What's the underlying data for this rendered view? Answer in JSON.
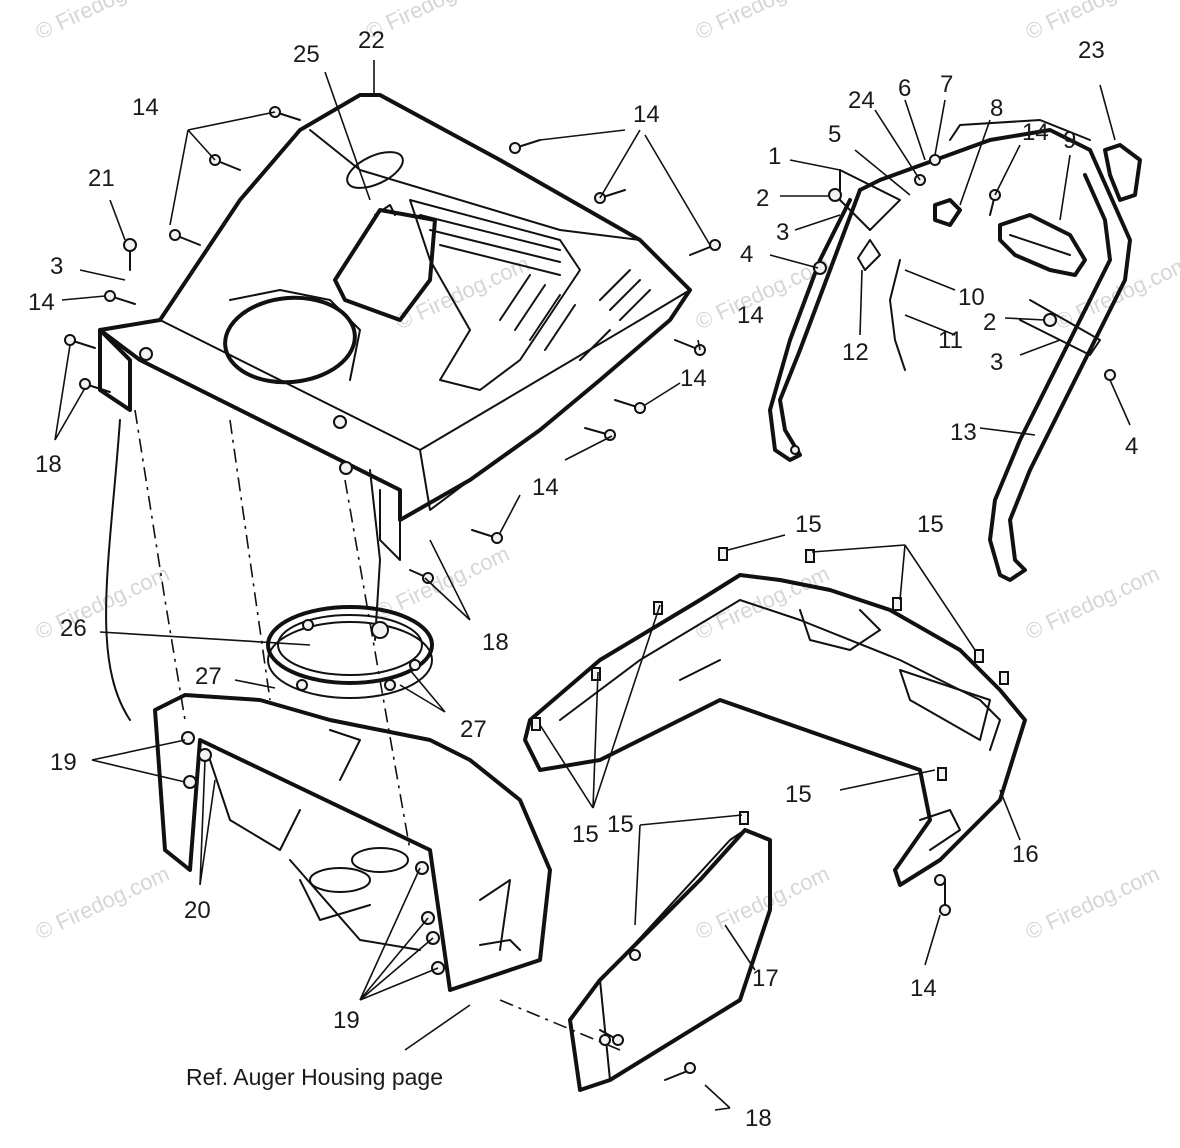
{
  "diagram": {
    "reference_note": "Ref. Auger Housing page",
    "watermark_text": "© Firedog.com",
    "callouts": [
      {
        "id": "c22",
        "label": "22"
      },
      {
        "id": "c25",
        "label": "25"
      },
      {
        "id": "c14a",
        "label": "14"
      },
      {
        "id": "c14b",
        "label": "14"
      },
      {
        "id": "c21",
        "label": "21"
      },
      {
        "id": "c3a",
        "label": "3"
      },
      {
        "id": "c14c",
        "label": "14"
      },
      {
        "id": "c18a",
        "label": "18"
      },
      {
        "id": "c14d",
        "label": "14"
      },
      {
        "id": "c14e",
        "label": "14"
      },
      {
        "id": "c14f",
        "label": "14"
      },
      {
        "id": "c18b",
        "label": "18"
      },
      {
        "id": "c26",
        "label": "26"
      },
      {
        "id": "c27a",
        "label": "27"
      },
      {
        "id": "c27b",
        "label": "27"
      },
      {
        "id": "c19a",
        "label": "19"
      },
      {
        "id": "c20",
        "label": "20"
      },
      {
        "id": "c19b",
        "label": "19"
      },
      {
        "id": "c23",
        "label": "23"
      },
      {
        "id": "c24",
        "label": "24"
      },
      {
        "id": "c6",
        "label": "6"
      },
      {
        "id": "c7",
        "label": "7"
      },
      {
        "id": "c8",
        "label": "8"
      },
      {
        "id": "c5",
        "label": "5"
      },
      {
        "id": "c14g",
        "label": "14"
      },
      {
        "id": "c9",
        "label": "9"
      },
      {
        "id": "c1",
        "label": "1"
      },
      {
        "id": "c2a",
        "label": "2"
      },
      {
        "id": "c3b",
        "label": "3"
      },
      {
        "id": "c4a",
        "label": "4"
      },
      {
        "id": "c10",
        "label": "10"
      },
      {
        "id": "c2b",
        "label": "2"
      },
      {
        "id": "c11",
        "label": "11"
      },
      {
        "id": "c12",
        "label": "12"
      },
      {
        "id": "c3c",
        "label": "3"
      },
      {
        "id": "c13",
        "label": "13"
      },
      {
        "id": "c4b",
        "label": "4"
      },
      {
        "id": "c15a",
        "label": "15"
      },
      {
        "id": "c15b",
        "label": "15"
      },
      {
        "id": "c15c",
        "label": "15"
      },
      {
        "id": "c15d",
        "label": "15"
      },
      {
        "id": "c15e",
        "label": "15"
      },
      {
        "id": "c16",
        "label": "16"
      },
      {
        "id": "c17",
        "label": "17"
      },
      {
        "id": "c14h",
        "label": "14"
      },
      {
        "id": "c18c",
        "label": "18"
      }
    ]
  }
}
